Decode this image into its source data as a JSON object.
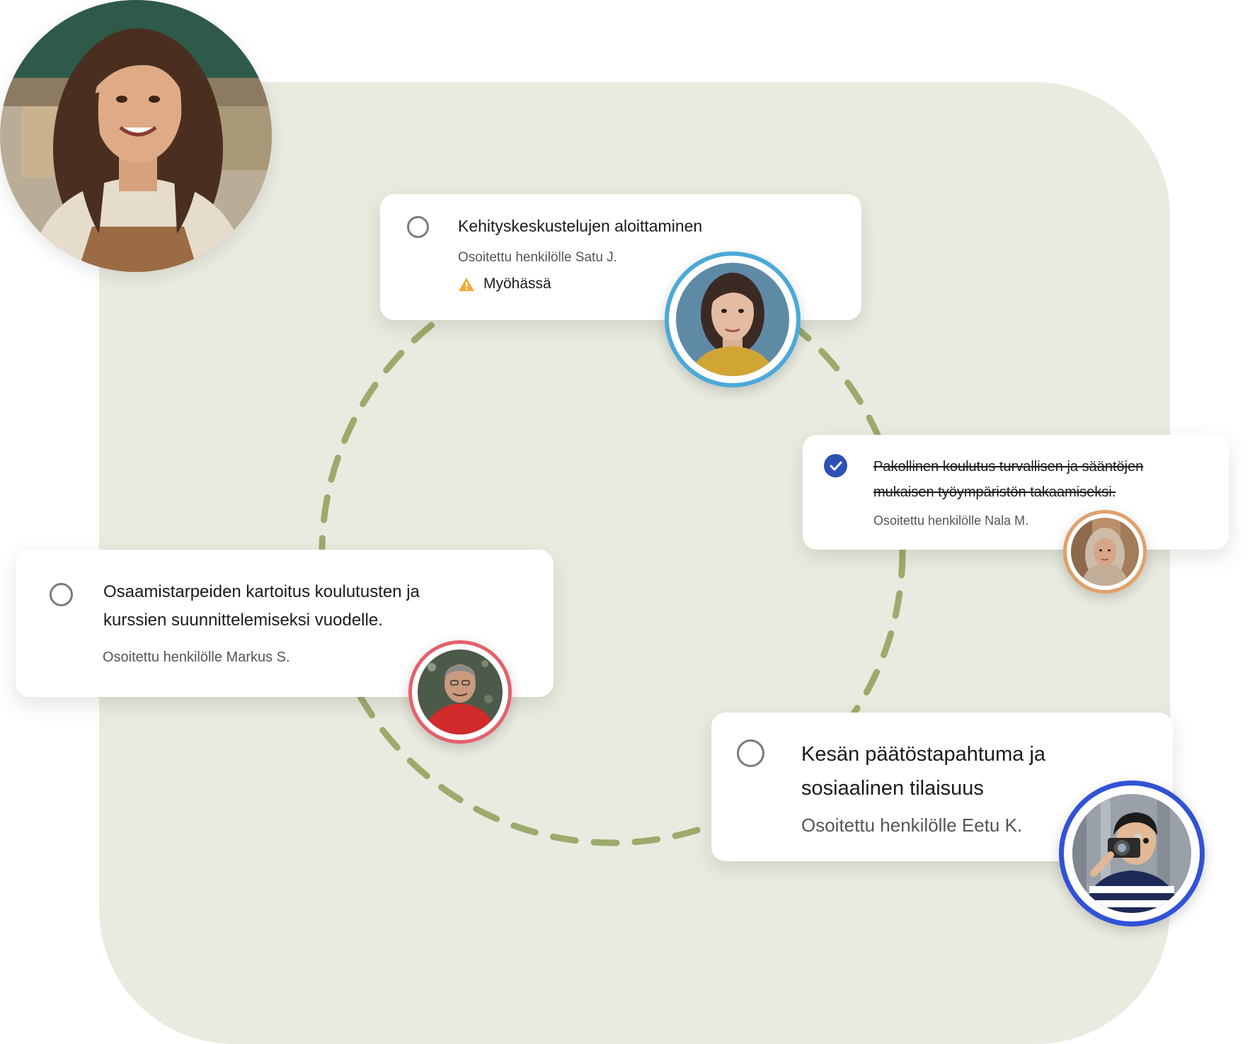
{
  "tasks": [
    {
      "title": "Kehityskeskustelujen aloittaminen",
      "assignee": "Osoitettu henkilölle Satu J.",
      "status_label": "Myöhässä",
      "status_icon": "warning-icon",
      "done": false,
      "ring_color": "#4aa9d8"
    },
    {
      "title_line1": "Pakollinen koulutus turvallisen ja sääntöjen",
      "title_line2": "mukaisen työympäristön takaamiseksi.",
      "assignee": "Osoitettu henkilölle Nala M.",
      "done": true,
      "ring_color": "#e0a06a"
    },
    {
      "title_line1": "Osaamistarpeiden kartoitus koulutusten ja",
      "title_line2": "kurssien suunnittelemiseksi vuodelle.",
      "assignee": "Osoitettu henkilölle Markus S.",
      "done": false,
      "ring_color": "#e4606a"
    },
    {
      "title_line1": "Kesän päätöstapahtuma ja",
      "title_line2": "sosiaalinen tilaisuus",
      "assignee": "Osoitettu henkilölle Eetu K.",
      "done": false,
      "ring_color": "#3152d6"
    }
  ],
  "colors": {
    "panel_bg": "#e9ebe0",
    "dashed_ring": "#9cab6c",
    "check_blue": "#2e4fb4",
    "warning": "#f3a93b"
  }
}
